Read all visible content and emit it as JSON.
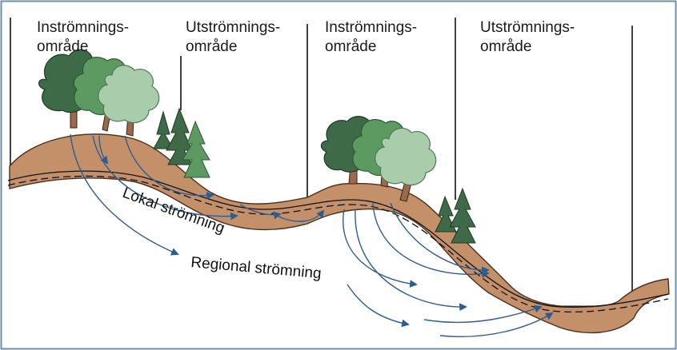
{
  "zones": [
    {
      "line1": "Inströmnings-",
      "line2": "område"
    },
    {
      "line1": "Utströmnings-",
      "line2": "område"
    },
    {
      "line1": "Inströmnings-",
      "line2": "område"
    },
    {
      "line1": "Utströmnings-",
      "line2": "område"
    }
  ],
  "flows": {
    "local": "Lokal strömning",
    "regional": "Regional strömning"
  },
  "colors": {
    "border": "#6e8fa8",
    "soil": "#c4906a",
    "soil_edge": "#4a2e1a",
    "water": "#cfe3ee",
    "arrow": "#2d5d8e",
    "tree_dark": "#3e6a48",
    "tree_mid": "#5d9a62",
    "tree_light": "#a9ccaa",
    "trunk": "#9c6a4a"
  }
}
